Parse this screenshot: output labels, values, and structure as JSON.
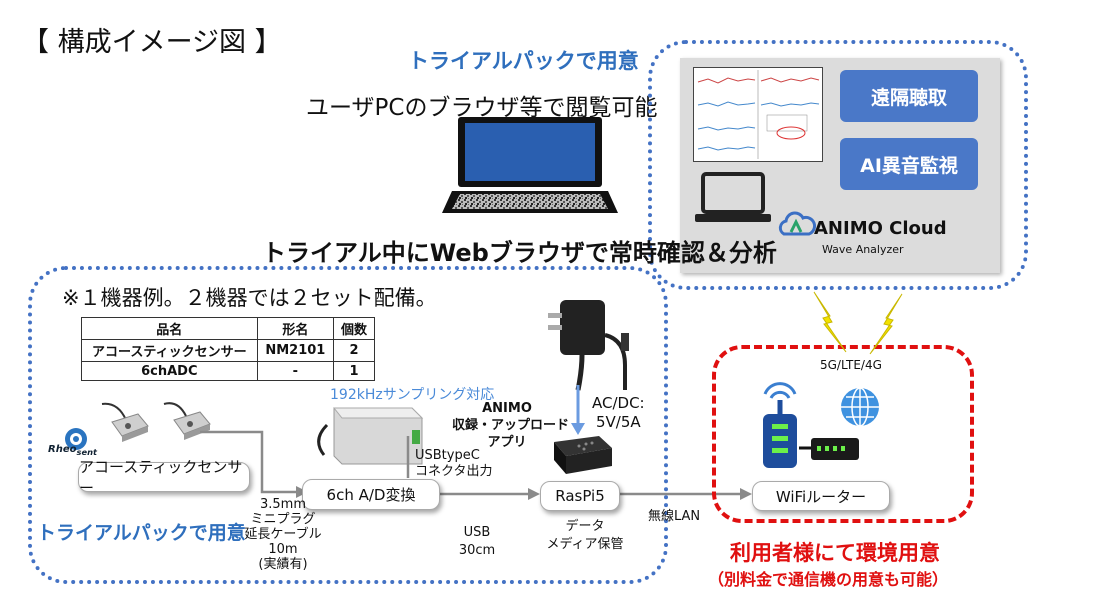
{
  "title": "【 構成イメージ図 】",
  "top_trial_label": "トライアルパックで用意",
  "pc_caption": "ユーザPCのブラウザ等で閲覧可能",
  "headline": "トライアル中にWebブラウザで常時確認＆分析",
  "note": "※１機器例。２機器では２セット配備。",
  "cloud_panel": {
    "buttons": [
      "遠隔聴取",
      "AI異音監視"
    ],
    "brand": "ANIMO Cloud",
    "brand_sub": "Wave Analyzer"
  },
  "parts_table": {
    "headers": [
      "品名",
      "形名",
      "個数"
    ],
    "rows": [
      [
        "アコースティックセンサー",
        "NM2101",
        "2"
      ],
      [
        "6chADC",
        "-",
        "1"
      ]
    ]
  },
  "sampling_label": "192kHzサンプリング対応",
  "animo_app": [
    "ANIMO",
    "収録・アップロード",
    "アプリ"
  ],
  "acdc": [
    "AC/DC:",
    "5V/5A"
  ],
  "usbc": [
    "USBtypeC",
    "コネクタ出力"
  ],
  "nodes": {
    "sensor": "アコースティックセンサー",
    "adc": "6ch A/D変換",
    "raspi": "RasPi5",
    "router": "WiFiルーター"
  },
  "logo_text": [
    "Rheo",
    "sent"
  ],
  "cable": [
    "3.5mm",
    "ミニプラグ",
    "延長ケーブル",
    "10m",
    "(実績有)"
  ],
  "usb_cable": [
    "USB",
    "30cm"
  ],
  "data_storage": [
    "データ",
    "メディア保管"
  ],
  "wireless_lan": "無線LAN",
  "network": "5G/LTE/4G",
  "bottom_trial_label": "トライアルパックで用意",
  "user_label": "利用者様にて環境用意",
  "user_sub": "（別料金で通信機の用意も可能）",
  "colors": {
    "accent_blue": "#4472c4",
    "red": "#e01010",
    "button_blue": "#4a78c8"
  }
}
